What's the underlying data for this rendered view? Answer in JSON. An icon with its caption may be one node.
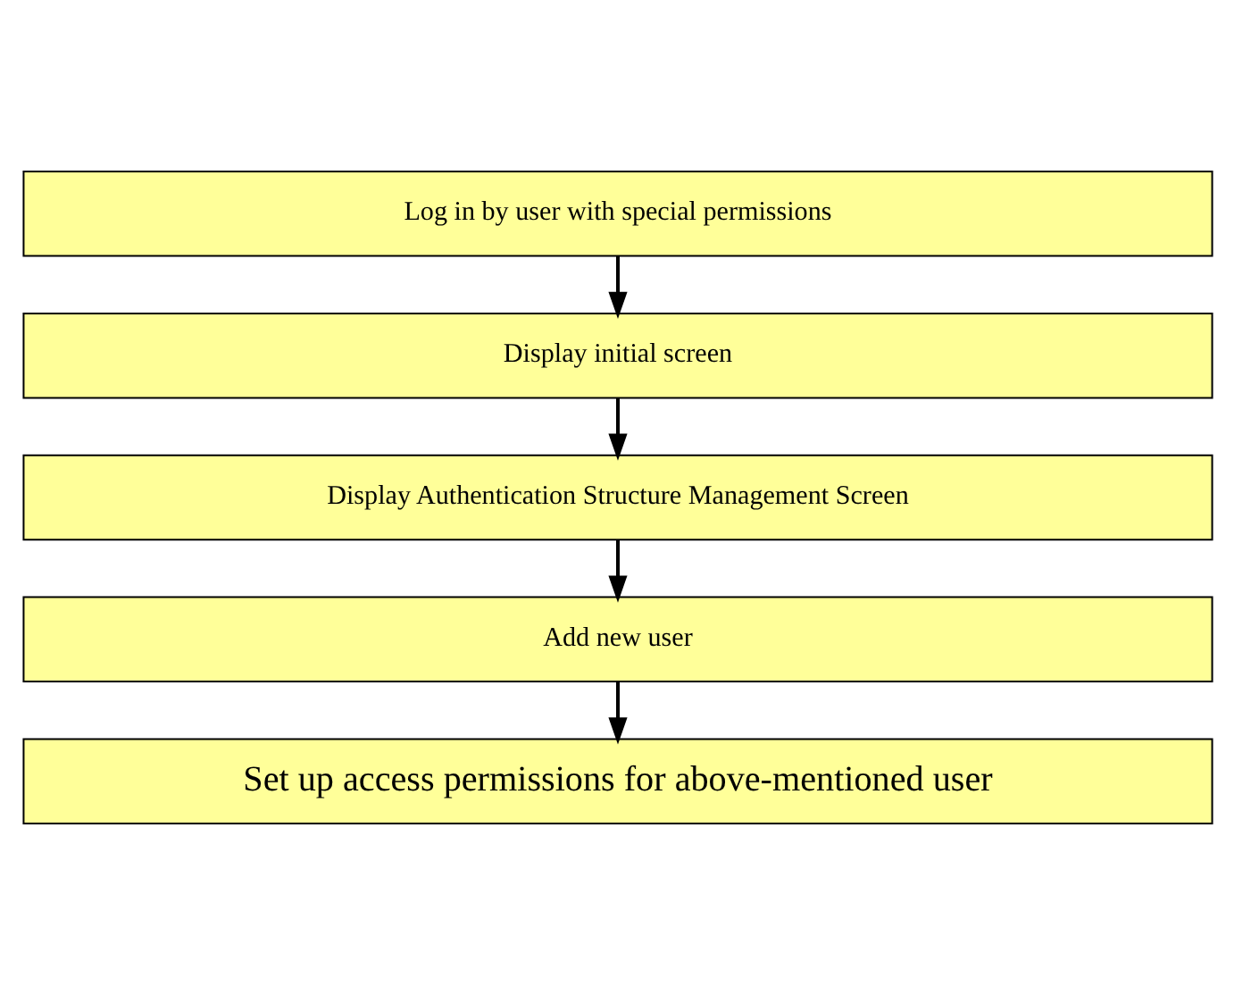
{
  "diagram": {
    "nodes": [
      {
        "text": [
          "Log in by user with special permissions"
        ]
      },
      {
        "text": [
          "Display initial screen"
        ]
      },
      {
        "text": [
          "Display Authentication Structure Management Screen"
        ]
      },
      {
        "text": [
          "Add new user"
        ]
      },
      {
        "text": [
          "Set up access permissions for above-mentioned user"
        ]
      }
    ],
    "edges": [
      {
        "from": 0,
        "to": 1,
        "arrow": "to"
      },
      {
        "from": 1,
        "to": 2,
        "arrow": "to"
      },
      {
        "from": 2,
        "to": 3,
        "arrow": "to"
      },
      {
        "from": 3,
        "to": 4,
        "arrow": "to"
      }
    ]
  }
}
